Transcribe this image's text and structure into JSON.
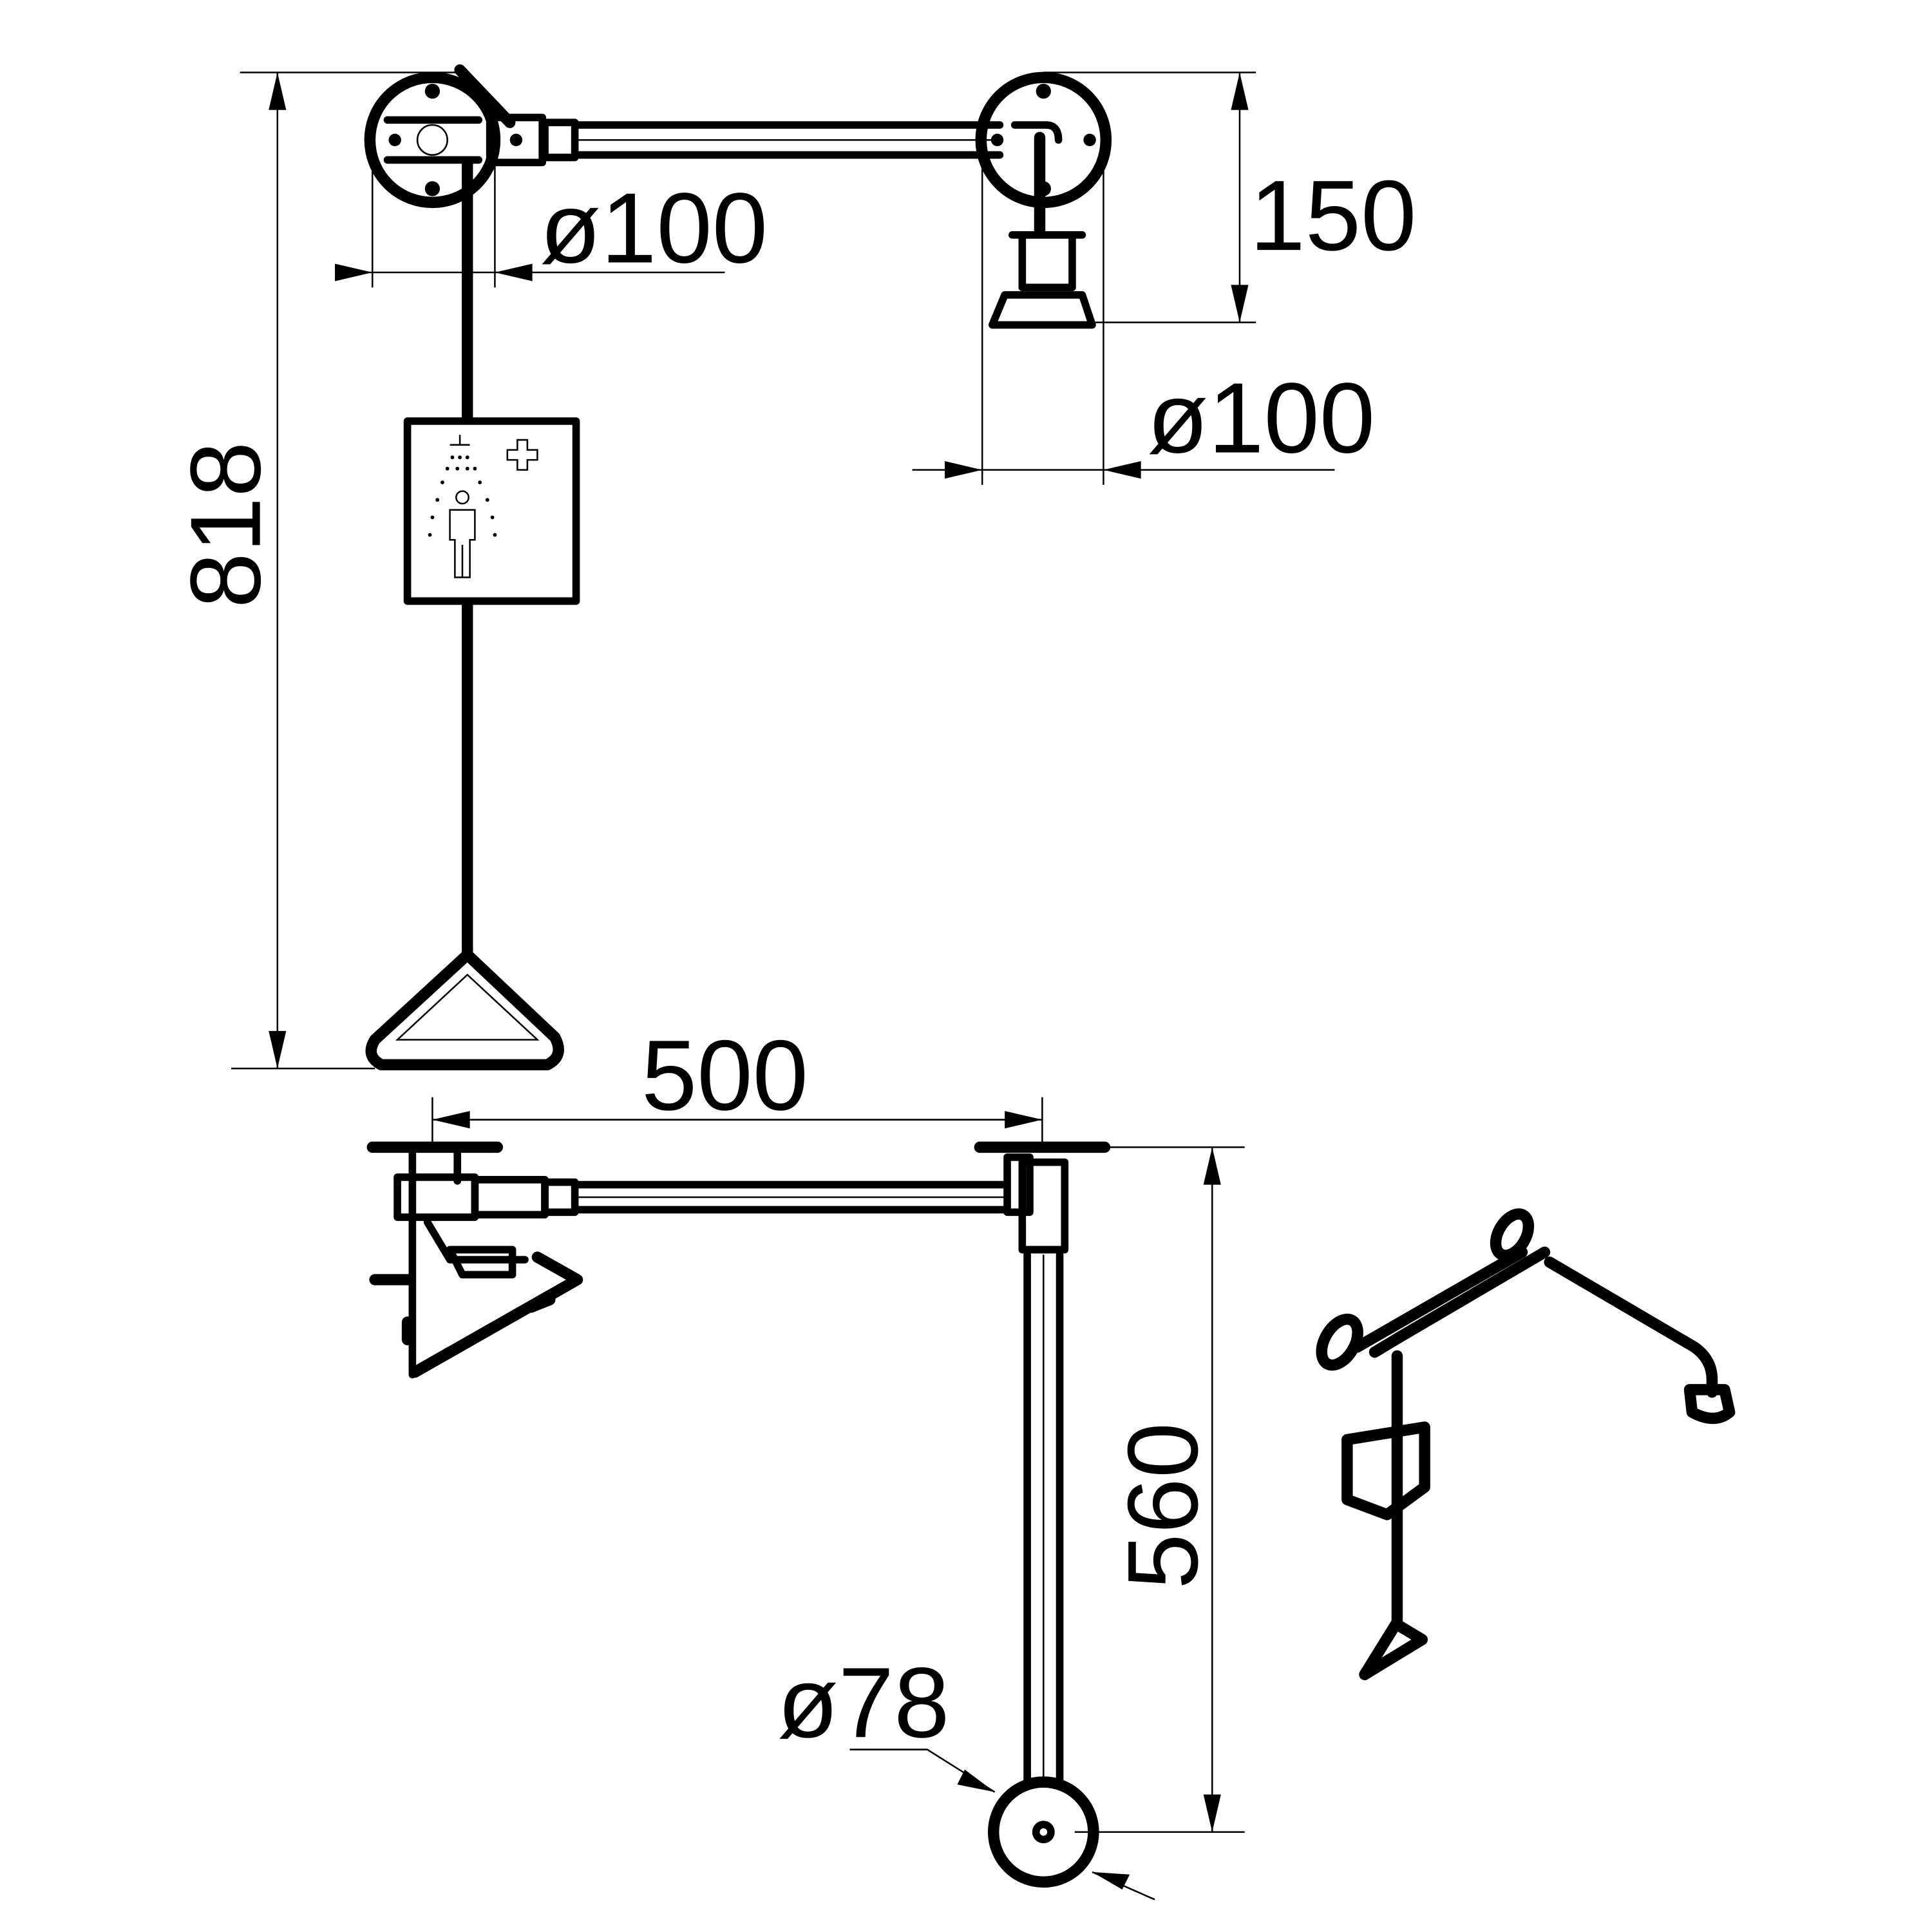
{
  "drawing": {
    "title": "Emergency safety shower dimension drawing",
    "dimensions": {
      "total_height": "818",
      "wall_flange_diameter": "ø100",
      "shower_drop": "150",
      "shower_head_diameter": "ø100",
      "projection": "500",
      "plan_depth": "560",
      "pipe_diameter": "ø78"
    },
    "colors": {
      "line": "#000000",
      "background": "#ffffff"
    }
  }
}
